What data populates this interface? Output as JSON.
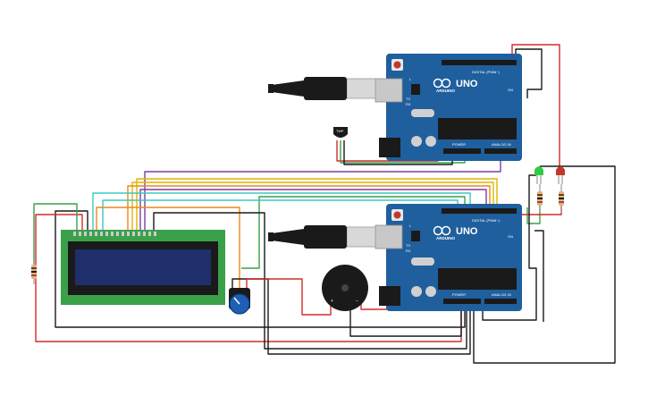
{
  "boards": [
    {
      "id": "arduino-top",
      "board_name": "UNO",
      "brand": "ARDUINO",
      "header_label": "DIGITAL (PWM~)",
      "power_label": "POWER",
      "analog_label": "ANALOG IN",
      "tx_label": "TX",
      "rx_label": "RX",
      "l_label": "L",
      "on_label": "ON"
    },
    {
      "id": "arduino-bottom",
      "board_name": "UNO",
      "brand": "ARDUINO",
      "header_label": "DIGITAL (PWM~)",
      "power_label": "POWER",
      "analog_label": "ANALOG IN",
      "tx_label": "TX",
      "rx_label": "RX",
      "l_label": "L",
      "on_label": "ON"
    }
  ],
  "components": {
    "temp_sensor": {
      "label": "TMP"
    },
    "buzzer": {
      "plus": "+",
      "minus": "−"
    },
    "lcd": {
      "rows": 2,
      "columns": 16
    },
    "led_green": {
      "color": "#2ecc40"
    },
    "led_red": {
      "color": "#c0392b"
    }
  },
  "colors": {
    "board": "#1f5f9e",
    "lcd_pcb": "#3aa04a",
    "lcd_screen": "#1e2f6b",
    "wire_red": "#d42a2a",
    "wire_black": "#1a1a1a",
    "wire_green": "#3aa04a",
    "wire_yellow": "#e0b400",
    "wire_orange": "#e88a1a",
    "wire_purple": "#7b3fa0",
    "wire_teal": "#3cc8c0"
  }
}
